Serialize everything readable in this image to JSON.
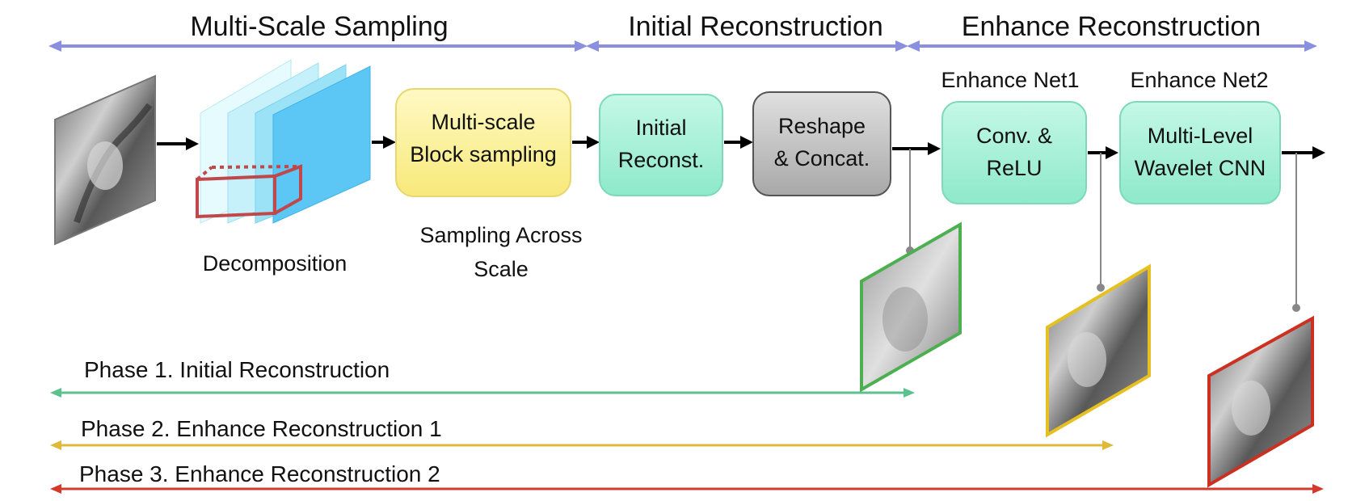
{
  "headers": {
    "multi_scale": "Multi-Scale Sampling",
    "initial": "Initial Reconstruction",
    "enhance": "Enhance Reconstruction"
  },
  "boxes": {
    "block_sampling": [
      "Multi-scale",
      "Block sampling"
    ],
    "initial_reconst": [
      "Initial",
      "Reconst."
    ],
    "reshape_concat": [
      "Reshape",
      "& Concat."
    ],
    "conv_relu": [
      "Conv. &",
      "ReLU"
    ],
    "wavelet_cnn": [
      "Multi-Level",
      "Wavelet CNN"
    ]
  },
  "labels": {
    "decomposition": "Decomposition",
    "sampling_across": [
      "Sampling Across",
      "Scale"
    ],
    "enhance_net1": "Enhance Net1",
    "enhance_net2": "Enhance Net2"
  },
  "phases": [
    {
      "label": "Phase 1. Initial Reconstruction",
      "color": "#5cc08f"
    },
    {
      "label": "Phase 2. Enhance Reconstruction 1",
      "color": "#e0b83a"
    },
    {
      "label": "Phase 3. Enhance Reconstruction 2",
      "color": "#d43a2a"
    }
  ],
  "colors": {
    "header_arrow": "#8a8fe0",
    "block_sampling_fill": "#fff6a8",
    "teal_fill": "#a6f2da",
    "gray_fill": "#bfbfbf",
    "decomp_blue": "#5cc6f5",
    "output1_border": "#4caf50",
    "output2_border": "#e6c020",
    "output3_border": "#cc3020"
  }
}
